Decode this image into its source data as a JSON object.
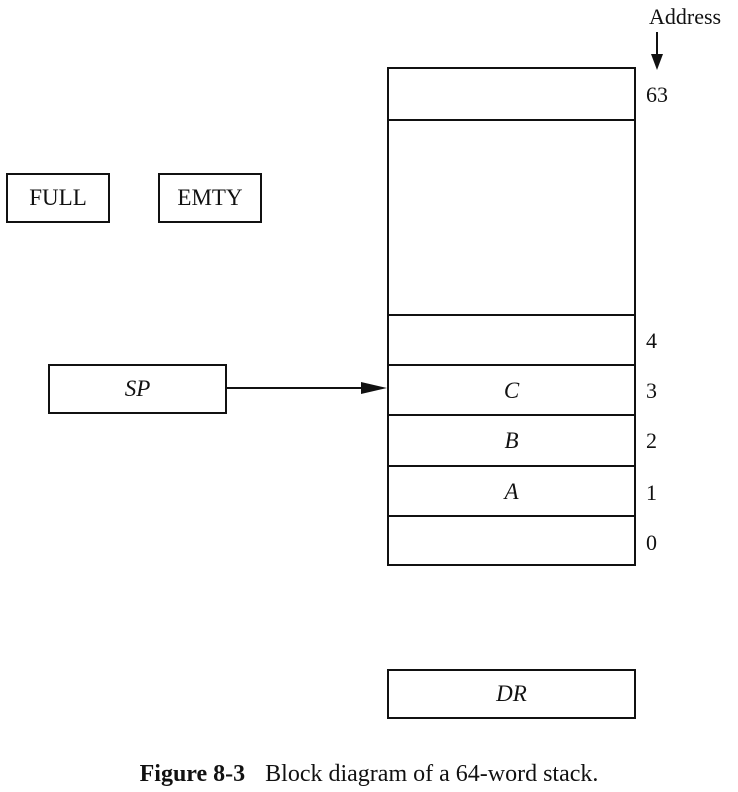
{
  "flags": {
    "full": "FULL",
    "empty": "EMTY"
  },
  "registers": {
    "sp": "SP",
    "dr": "DR"
  },
  "stack": {
    "address_heading": "Address",
    "top_address": "63",
    "addresses": [
      "4",
      "3",
      "2",
      "1",
      "0"
    ],
    "words": {
      "c": "C",
      "b": "B",
      "a": "A"
    }
  },
  "caption": {
    "number": "Figure 8-3",
    "text": "Block diagram of a 64-word stack."
  }
}
